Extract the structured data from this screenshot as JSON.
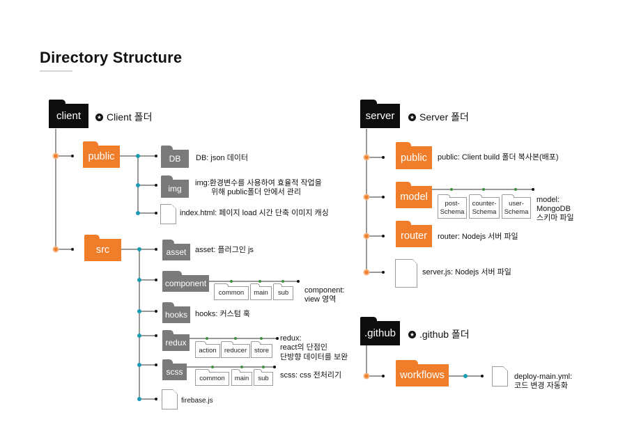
{
  "title": "Directory Structure",
  "colors": {
    "orange": "#f07d2a",
    "black": "#0d0d0d",
    "gray": "#7a7a7a",
    "teal": "#1a9bb3",
    "green": "#3e8f3e"
  },
  "client": {
    "folder": "client",
    "heading": "Client 폴더",
    "heading_icon": "star-icon",
    "public": {
      "folder": "public",
      "db": {
        "folder": "DB",
        "label": "DB: json 데이터"
      },
      "img": {
        "folder": "img",
        "label_line1": "img:환경변수를 사용하여 효율적 작업을",
        "label_line2": "위해 public폴더 안에서 관리"
      },
      "index_file": {
        "label": "index.html: 페이지 load 시간 단축 이미지 캐싱"
      }
    },
    "src": {
      "folder": "src",
      "asset": {
        "folder": "asset",
        "label": "asset: 플러그인 js"
      },
      "component": {
        "folder": "component",
        "subs": [
          "common",
          "main",
          "sub"
        ],
        "label_line1": "component:",
        "label_line2": "view 영역"
      },
      "hooks": {
        "folder": "hooks",
        "label": "hooks: 커스텀 훅"
      },
      "redux": {
        "folder": "redux",
        "subs": [
          "action",
          "reducer",
          "store"
        ],
        "label_line1": "redux:",
        "label_line2": "react의 단점인",
        "label_line3": "단방향 데이터를 보완"
      },
      "scss": {
        "folder": "scss",
        "subs": [
          "common",
          "main",
          "sub"
        ],
        "label": "scss: css 전처리기"
      },
      "firebase_file": {
        "label": "firebase.js"
      }
    }
  },
  "server": {
    "folder": "server",
    "heading": "Server 폴더",
    "heading_icon": "star-icon",
    "public": {
      "folder": "public",
      "label": "public: Client build 폴더 복사본(배포)"
    },
    "model": {
      "folder": "model",
      "subs": [
        [
          "post-",
          "Schema"
        ],
        [
          "counter-",
          "Schema"
        ],
        [
          "user-",
          "Schema"
        ]
      ],
      "label_line1": "model:",
      "label_line2": "MongoDB",
      "label_line3": "스키마 파일"
    },
    "router": {
      "folder": "router",
      "label": "router: Nodejs 서버 파일"
    },
    "server_file": {
      "label": "server.js: Nodejs 서버 파일"
    }
  },
  "github": {
    "folder": ".github",
    "heading": ".github 폴더",
    "heading_icon": "star-icon",
    "workflows": {
      "folder": "workflows"
    },
    "deploy_file": {
      "label_line1": "deploy-main.yml:",
      "label_line2": "코드 변경 자동화"
    }
  }
}
